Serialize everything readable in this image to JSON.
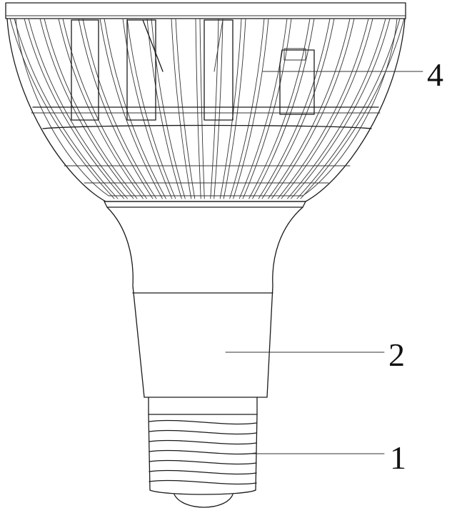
{
  "figure": {
    "labels": [
      {
        "id": "heat-sink",
        "text": "4"
      },
      {
        "id": "neck-housing",
        "text": "2"
      },
      {
        "id": "screw-base",
        "text": "1"
      }
    ]
  }
}
